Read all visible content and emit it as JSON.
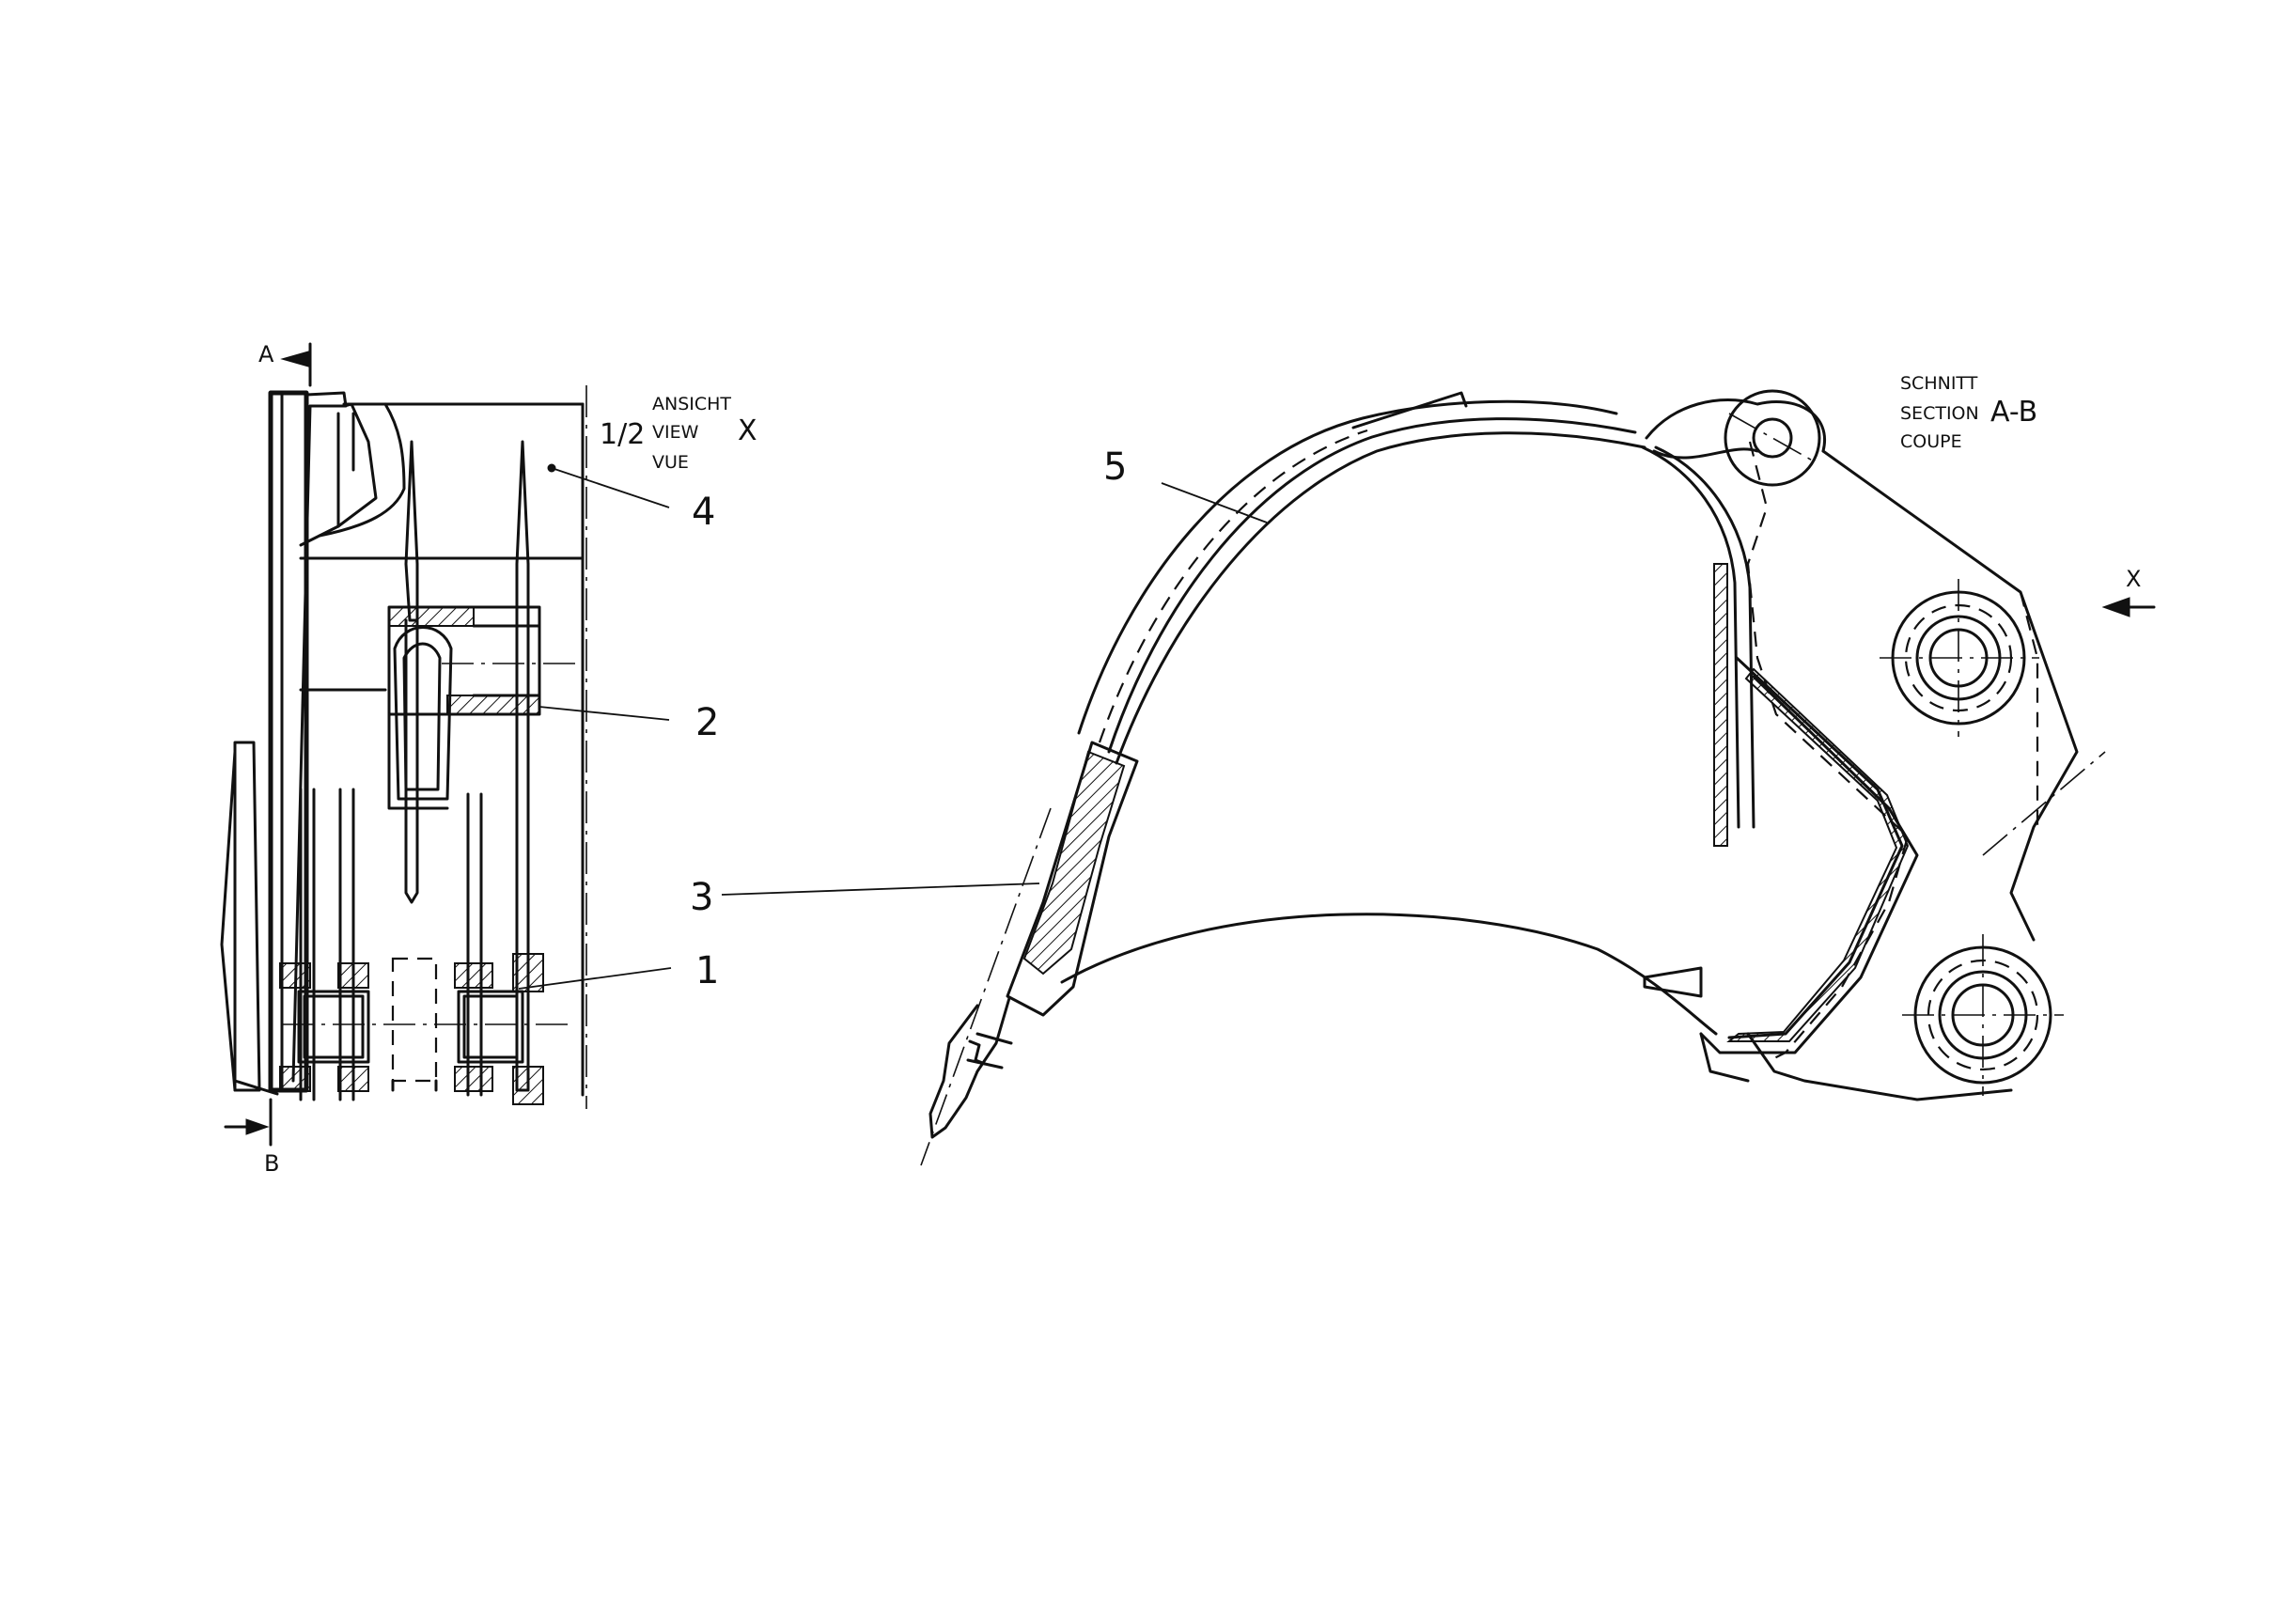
{
  "view_left": {
    "title_fraction": "1/2",
    "title_lines": [
      "ANSICHT",
      "VIEW",
      "VUE"
    ],
    "view_letter": "X",
    "section_markers": {
      "top": "A",
      "bottom": "B"
    }
  },
  "view_right": {
    "title_lines": [
      "SCHNITT",
      "SECTION",
      "COUPE"
    ],
    "section_id": "A-B",
    "view_arrow_letter": "X"
  },
  "callouts": {
    "c1": "1",
    "c2": "2",
    "c3": "3",
    "c4": "4",
    "c5": "5"
  },
  "colors": {
    "ink": "#111111",
    "paper": "#ffffff"
  }
}
